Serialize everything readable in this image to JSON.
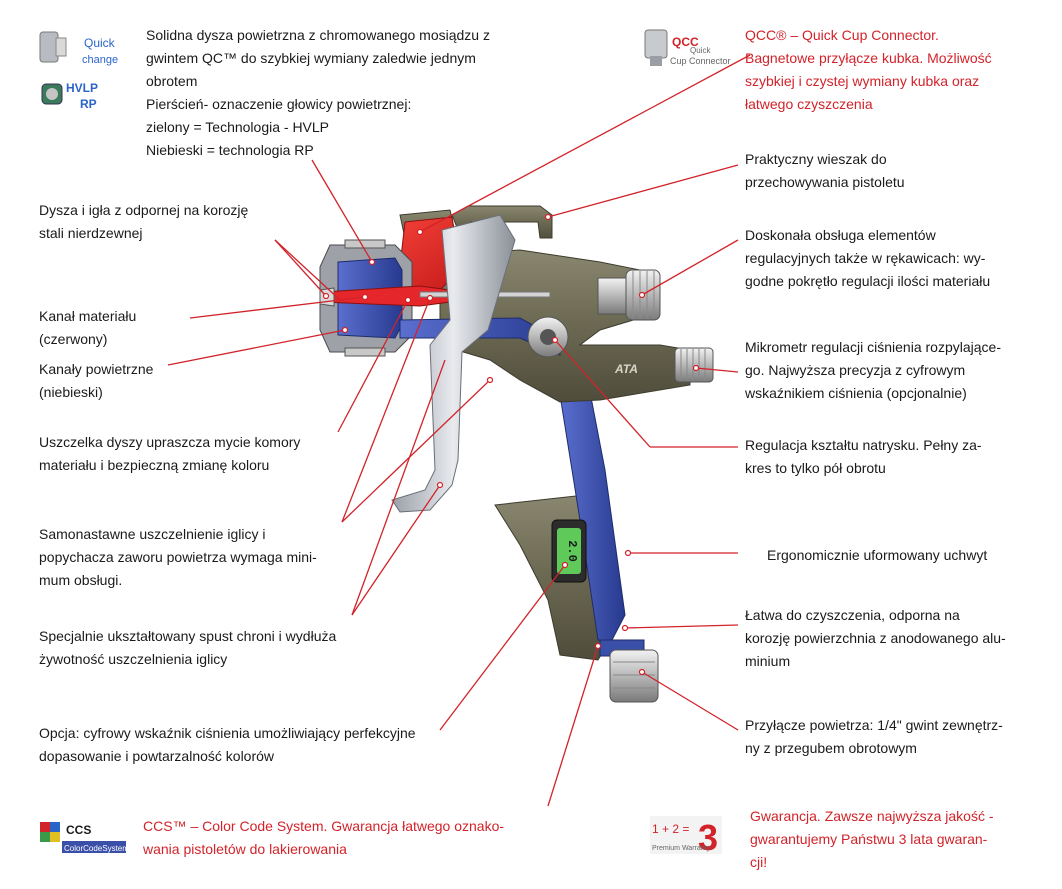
{
  "labels": {
    "nozzle_brass": "Solidna dysza powietrzna z chromowanego mosiądzu z\ngwintem QC™ do szybkiej wymiany zaledwie jednym\nobrotem\nPierścień- oznaczenie głowicy powietrznej:\nzielony = Technologia - HVLP\nNiebieski = technologia RP",
    "nozzle_needle": "Dysza i igła z odpornej na korozję\nstali nierdzewnej",
    "material_channel": "Kanał materiału\n(czerwony)",
    "air_channels": "Kanały powietrzne\n(niebieski)",
    "nozzle_seal": "Uszczelka dyszy upraszcza mycie komory\nmateriału i bezpieczną zmianę koloru",
    "self_adjusting": "Samonastawne uszczelnienie iglicy i\npopychacza zaworu powietrza wymaga mini-\nmum obsługi.",
    "trigger": "Specjalnie ukształtowany spust chroni i wydłuża\nżywotność uszczelnienia iglicy",
    "digital_option": "Opcja: cyfrowy wskaźnik ciśnienia umożliwiający perfekcyjne\ndopasowanie i powtarzalność kolorów",
    "ccs": "CCS™ – Color Code System. Gwarancja łatwego oznako-\nwania pistoletów do lakierowania",
    "qcc": "QCC® – Quick Cup Connector.\nBagnetowe przyłącze kubka. Możliwość\nszybkiej i czystej wymiany kubka oraz\nłatwego czyszczenia",
    "hanger": "Praktyczny wieszak do\nprzechowywania pistoletu",
    "knob": "Doskonała obsługa elementów\nregulacyjnych także w rękawicach: wy-\ngodne pokrętło regulacji ilości materiału",
    "micrometer": "Mikrometr regulacji ciśnienia rozpylające-\ngo. Najwyższa precyzja z cyfrowym\nwskaźnikiem ciśnienia (opcjonalnie)",
    "spray_shape": "Regulacja kształtu natrysku. Pełny za-\nkres to tylko pół obrotu",
    "grip": "Ergonomicznie uformowany uchwyt",
    "anodized": "Łatwa do czyszczenia, odporna na\nkorozję powierzchnia z anodowanego alu-\nminium",
    "air_connection": "Przyłącze powietrza: 1/4\" gwint zewnętrz-\nny z przegubem obrotowym",
    "warranty": "Gwarancja. Zawsze najwyższa jakość -\ngwarantujemy Państwu 3 lata gwaran-\ncji!"
  },
  "badges": {
    "quick_change_top": "Quick",
    "quick_change_bottom": "change",
    "hvlp_top": "HVLP",
    "hvlp_bottom": "RP",
    "qcc_top": "QCC",
    "qcc_mid": "Quick",
    "qcc_bottom": "Cup Connector",
    "ccs_top": "CCS",
    "ccs_bottom": "ColorCodeSystem",
    "warranty_formula": "1 + 2 =",
    "warranty_number": "3",
    "warranty_caption": "Premium Warranty"
  },
  "gun": {
    "display_value": "2.0",
    "brand": "ATA"
  },
  "colors": {
    "label_text": "#1a1a1a",
    "red_text": "#d2232a",
    "leader_line": "#d2232a",
    "material_channel": "#e5262a",
    "air_channel": "#3a4fa8",
    "gun_body": "#7a7660"
  }
}
